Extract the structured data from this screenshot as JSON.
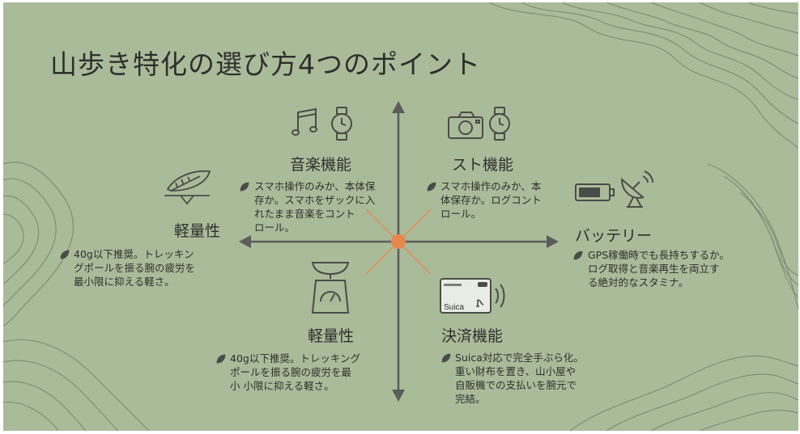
{
  "title": "山歩き特化の選び方4つのポイント",
  "nodes": {
    "music": {
      "heading": "音楽機能",
      "lines": [
        "スマホ操作のみか、本体保",
        "存か。スマホをザックに入",
        "れたまま音楽をコント",
        "ロール。"
      ]
    },
    "camera": {
      "heading": "スト機能",
      "lines": [
        "スマホ操作のみか、本",
        "体保存か。ログコント",
        "ロール。"
      ]
    },
    "weight_left": {
      "heading": "軽量性",
      "lines": [
        "40g以下推奨。トレッキン",
        "グポールを振る腕の疲労を",
        "最小限に抑える軽さ。"
      ]
    },
    "battery": {
      "heading": "バッテリー",
      "lines": [
        "GPS稼働時でも長持ちするか。",
        "ログ取得と音楽再生を両立す",
        "る絶対的なスタミナ。"
      ]
    },
    "weight_bottom": {
      "heading": "軽量性",
      "lines": [
        "40g以下推奨。トレッキング",
        "ポールを振る腕の疲労を最",
        "小  小限に抑える軽さ。"
      ]
    },
    "payment": {
      "heading": "決済機能",
      "lines": [
        "Suica対応で完全手ぶら化。",
        "重い財布を置き、山小屋や",
        "自販機での支払いを腕元で",
        "完結。"
      ],
      "card_label": "Suica"
    }
  },
  "colors": {
    "background": "#aabb9a",
    "text": "#2e2f2c",
    "axis": "#5b5d5a",
    "center": "#e8874e",
    "icon": "#4a4c48"
  }
}
